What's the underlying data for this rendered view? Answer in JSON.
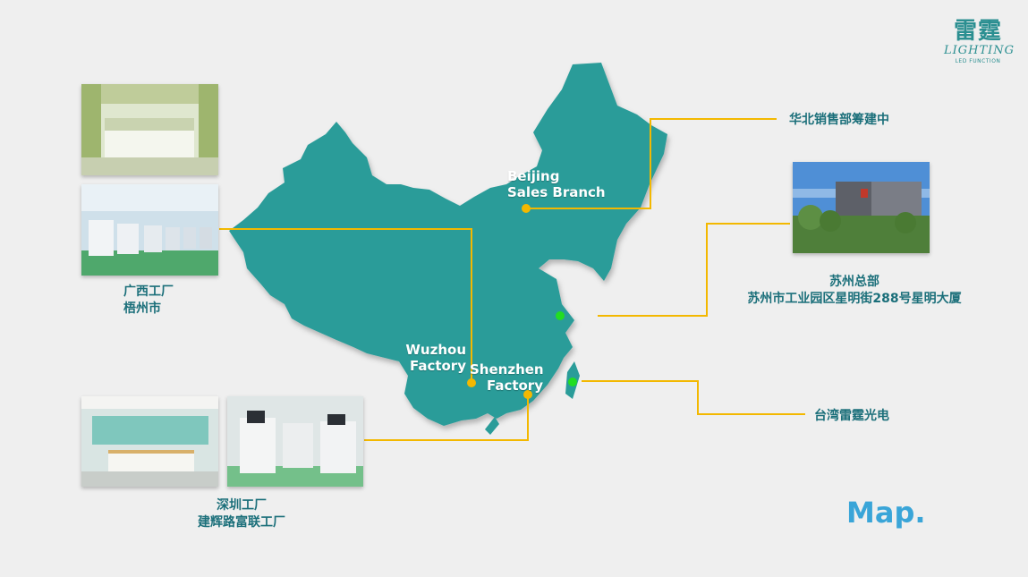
{
  "logo": {
    "chinese": "雷霆",
    "english": "LIGHTING",
    "tagline": "LED FUNCTION",
    "color": "#2b8f91"
  },
  "page_title": "Map.",
  "colors": {
    "background": "#efefef",
    "map_fill": "#2a9c99",
    "leader_line": "#f3b800",
    "marker_yellow": "#f3b800",
    "marker_green": "#22dd22",
    "cn_text": "#1b6f7a",
    "title": "#3aa5d8"
  },
  "map_labels": {
    "beijing": {
      "line1": "Beijing",
      "line2": "Sales Branch"
    },
    "wuzhou": {
      "line1": "Wuzhou",
      "line2": "Factory"
    },
    "shenzhen": {
      "line1": "Shenzhen",
      "line2": "Factory"
    }
  },
  "locations": {
    "north": {
      "label": "华北销售部筹建中"
    },
    "suzhou": {
      "line1": "苏州总部",
      "line2": "苏州市工业园区星明街288号星明大厦"
    },
    "taiwan": {
      "label": "台湾雷霆光电"
    },
    "guangxi": {
      "line1": "广西工厂",
      "line2": "梧州市"
    },
    "shenzhen": {
      "line1": "深圳工厂",
      "line2": "建辉路富联工厂"
    }
  },
  "photos": [
    {
      "name": "reception-photo",
      "icon": "office-lobby"
    },
    {
      "name": "factory-floor-photo",
      "icon": "production-line"
    },
    {
      "name": "hq-building-photo",
      "icon": "building"
    },
    {
      "name": "shenzhen-reception-photo",
      "icon": "office-lobby"
    },
    {
      "name": "shenzhen-machines-photo",
      "icon": "machinery"
    }
  ]
}
